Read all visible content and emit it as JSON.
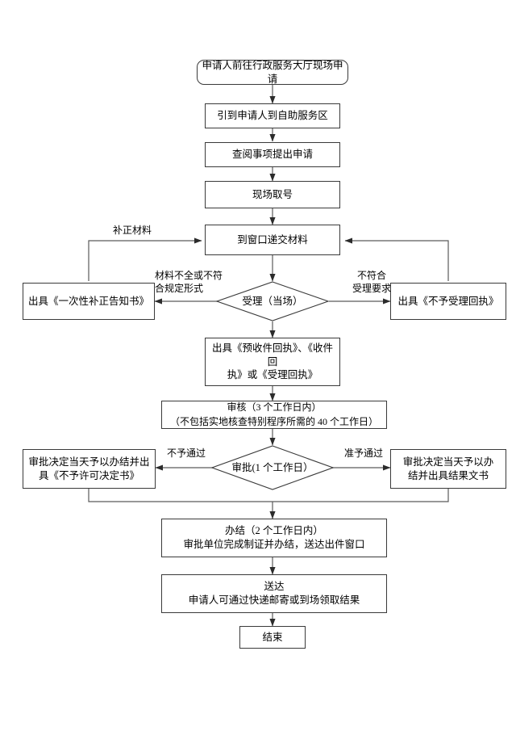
{
  "document": {
    "type": "flowchart",
    "title": "行政服务大厅现场申请办理流程图",
    "background_color": "#ffffff",
    "line_color": "#3a3a3a",
    "text_color": "#000000"
  },
  "nodes": {
    "start": {
      "label": "申请人前往行政服务大厅现场申请",
      "shape": "rounded-rect"
    },
    "guide": {
      "label": "引到申请人到自助服务区",
      "shape": "rect"
    },
    "review_items": {
      "label": "查阅事项提出申请",
      "shape": "rect"
    },
    "take_number": {
      "label": "现场取号",
      "shape": "rect"
    },
    "submit_window": {
      "label": "到窗口递交材料",
      "shape": "rect"
    },
    "accept_decision": {
      "label": "受理（当场）",
      "shape": "diamond"
    },
    "issue_correction": {
      "label": "出具《一次性补正告知书》",
      "shape": "rect"
    },
    "issue_rejection": {
      "label": "出具《不予受理回执》",
      "shape": "rect"
    },
    "issue_receipt": {
      "label": "出具《预收件回执》、《收件回\n执》或《受理回执》",
      "shape": "rect"
    },
    "audit": {
      "label": "审核（3 个工作日内）\n（不包括实地核查特别程序所需的 40 个工作日）",
      "shape": "rect"
    },
    "approval_decision": {
      "label": "审批(1 个工作日）",
      "shape": "diamond"
    },
    "approval_denied": {
      "label": "审批决定当天予以办结并出\n具《不予许可决定书》",
      "shape": "rect"
    },
    "approval_granted": {
      "label": "审批决定当天予以办\n结并出具结果文书",
      "shape": "rect"
    },
    "complete": {
      "label": "办结（2 个工作日内）\n审批单位完成制证并办结，送达出件窗口",
      "shape": "rect"
    },
    "deliver": {
      "label": "送达\n申请人可通过快递邮寄或到场领取结果",
      "shape": "rect"
    },
    "end": {
      "label": "结束",
      "shape": "rect"
    }
  },
  "edge_labels": {
    "correction_loop": "补正材料",
    "materials_incomplete": "材料不全或不符\n合规定形式",
    "not_meeting_acceptance": "不符合\n受理要求",
    "not_approved": "不予通过",
    "approved": "准予通过"
  }
}
